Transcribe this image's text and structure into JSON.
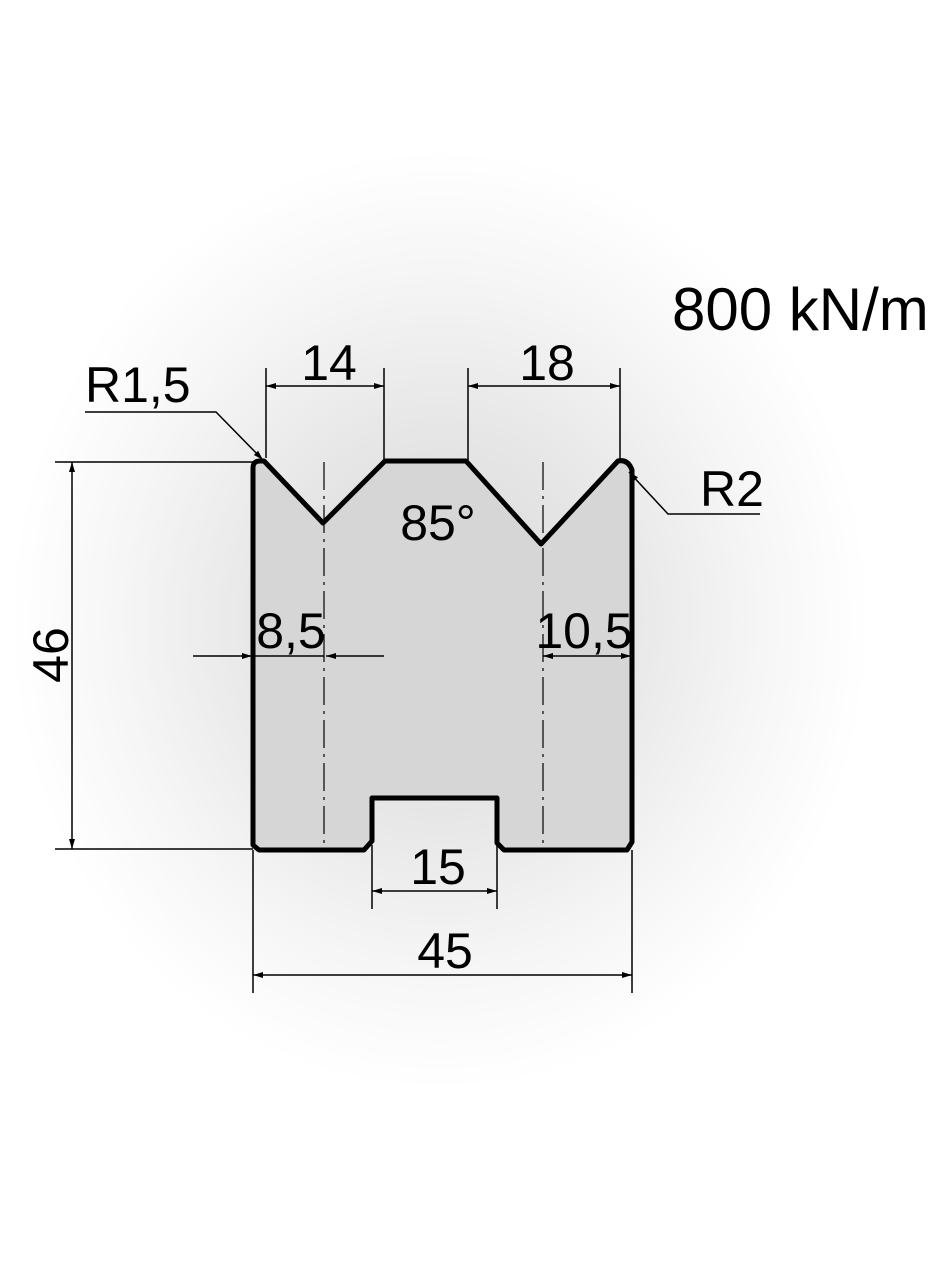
{
  "drawing": {
    "type": "press brake die profile (2-V die)",
    "load_rating": "800 kN/m",
    "colors": {
      "profile_fill": "#d6d6d6",
      "outline": "#000000",
      "background_center": "#d8d8d8",
      "background_edge": "#ffffff"
    },
    "dimensions": {
      "v1_width": "14",
      "v2_width": "18",
      "v_angle": "85°",
      "radius_left": "R1,5",
      "radius_right": "R2",
      "height": "46",
      "v1_offset": "8,5",
      "v2_offset": "10,5",
      "slot_width": "15",
      "total_width": "45"
    }
  }
}
